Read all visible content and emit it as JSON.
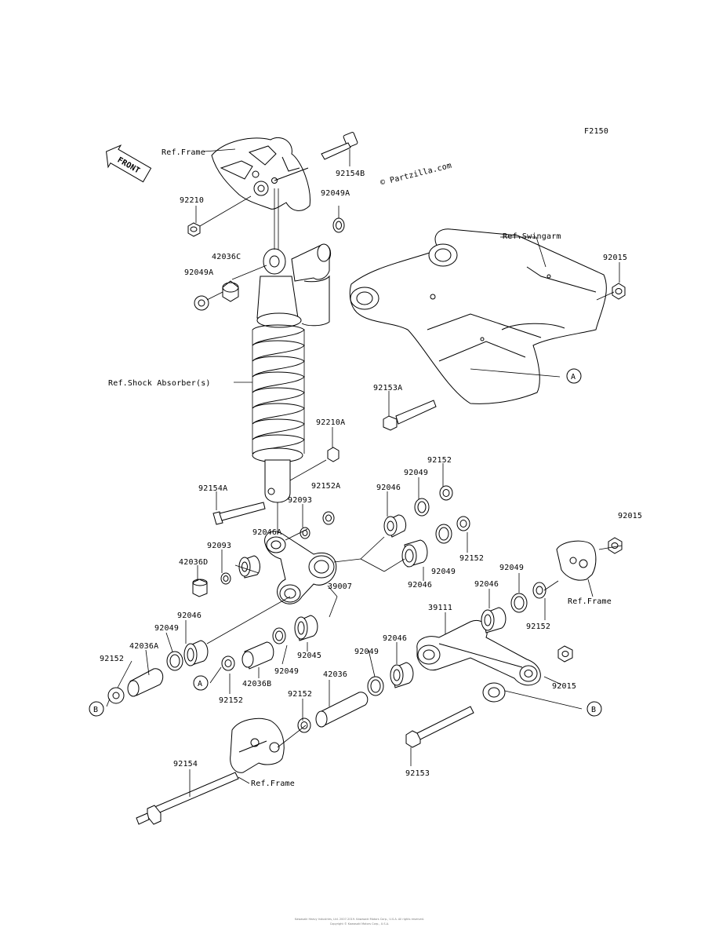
{
  "figure_code": "F2150",
  "watermark": "© Partzilla.com",
  "front_arrow": "FRONT",
  "footer": [
    "Kawasaki Heavy Industries, Ltd. 2007-2019. Kawasaki Motors Corp., U.S.A. All rights reserved.",
    "Copyright © Kawasaki Motors Corp., U.S.A."
  ],
  "labels": {
    "ref_frame_top": "Ref.Frame",
    "p92154B": "92154B",
    "p92210": "92210",
    "p92049A_top": "92049A",
    "p42036C": "42036C",
    "p92049A_mid": "92049A",
    "ref_swingarm": "Ref.Swingarm",
    "p92015_top": "92015",
    "ref_shock": "Ref.Shock Absorber(s)",
    "p92153A": "92153A",
    "callout_a_upper": "A",
    "p92210A": "92210A",
    "p92152_a": "92152",
    "p92049_a": "92049",
    "p92152A": "92152A",
    "p92154A": "92154A",
    "p92093_a": "92093",
    "p92046_a": "92046",
    "p92015_right": "92015",
    "p92046A": "92046A",
    "p92093_b": "92093",
    "p42036D": "42036D",
    "p92152_b": "92152",
    "p92049_b": "92049",
    "p92046_b": "92046",
    "p39007": "39007",
    "p92049_c": "92049",
    "p92046_c": "92046",
    "ref_frame_right": "Ref.Frame",
    "p92152_c": "92152",
    "p39111": "39111",
    "p92046_d": "92046",
    "p92049_d": "92049",
    "p42036A": "42036A",
    "p92152_d": "92152",
    "p92045": "92045",
    "p92046_e": "92046",
    "p92049_e": "92049",
    "p42036B": "42036B",
    "p92049_f": "92049",
    "p42036": "42036",
    "p92015_bottom": "92015",
    "callout_b": "B",
    "callout_a_lower": "A",
    "p92152_e": "92152",
    "p92152_f": "92152",
    "callout_b_right": "B",
    "p92153": "92153",
    "p92154": "92154",
    "ref_frame_bottom": "Ref.Frame"
  }
}
